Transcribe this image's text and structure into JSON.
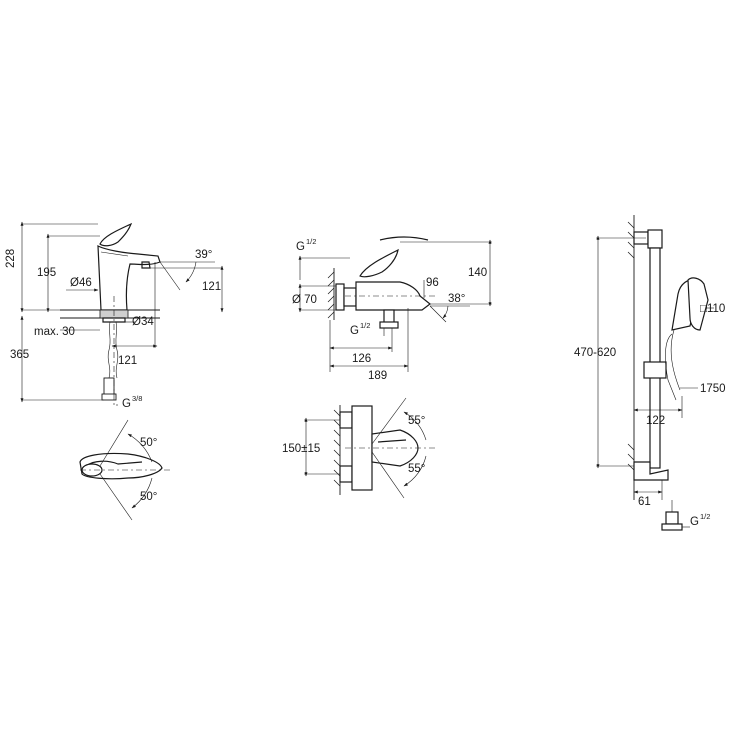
{
  "basin_mixer": {
    "dim_height_total": "228",
    "dim_height_spout": "195",
    "dim_spout_angle": "39°",
    "dim_lever_diameter": "Ø46",
    "dim_spout_drop": "121",
    "dim_max_deck": "max. 30",
    "dim_hole_diameter": "Ø34",
    "dim_hose_length": "365",
    "dim_projection": "121",
    "dim_connection": "G",
    "dim_connection_frac": "3/8",
    "dim_angle_upper": "50°",
    "dim_angle_lower": "50°"
  },
  "bath_mixer": {
    "dim_connection": "G",
    "dim_connection_frac": "1/2",
    "dim_height": "140",
    "dim_escutcheon": "Ø 70",
    "dim_spout_reach_small": "96",
    "dim_spout_angle": "38°",
    "dim_outlet": "G",
    "dim_outlet_frac": "1/2",
    "dim_projection": "126",
    "dim_total_depth": "189",
    "dim_centres": "150±15",
    "dim_angle_upper": "55°",
    "dim_angle_lower": "55°"
  },
  "shower_set": {
    "dim_rail_adjust": "470-620",
    "dim_hand_shower": "□110",
    "dim_hose": "1750",
    "dim_projection": "122",
    "dim_bracket": "61",
    "dim_connection": "G",
    "dim_connection_frac": "1/2"
  }
}
